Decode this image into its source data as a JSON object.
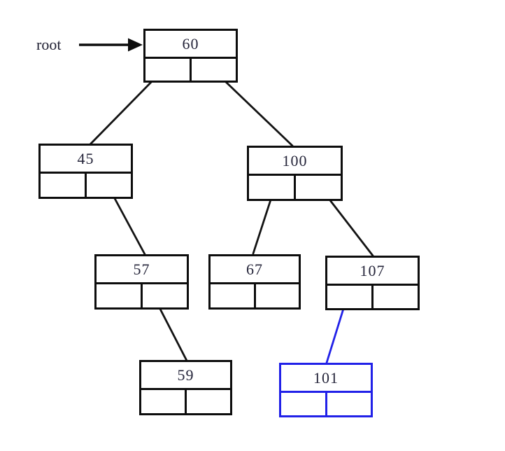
{
  "diagram": {
    "kind": "binary-search-tree",
    "root_label": "root",
    "colors": {
      "line": "#131313",
      "box_border": "#0d0d0d",
      "value_text": "#25253a",
      "highlight_accent": "#2121e8",
      "background": "#ffffff"
    },
    "nodes": [
      {
        "value": "60",
        "highlighted": false
      },
      {
        "value": "45",
        "highlighted": false
      },
      {
        "value": "100",
        "highlighted": false
      },
      {
        "value": "57",
        "highlighted": false
      },
      {
        "value": "67",
        "highlighted": false
      },
      {
        "value": "107",
        "highlighted": false
      },
      {
        "value": "59",
        "highlighted": false
      },
      {
        "value": "101",
        "highlighted": true
      }
    ],
    "edges": [
      {
        "from": "60",
        "side": "left",
        "to": "45",
        "color": "black"
      },
      {
        "from": "60",
        "side": "right",
        "to": "100",
        "color": "black"
      },
      {
        "from": "45",
        "side": "right",
        "to": "57",
        "color": "black"
      },
      {
        "from": "100",
        "side": "left",
        "to": "67",
        "color": "black"
      },
      {
        "from": "100",
        "side": "right",
        "to": "107",
        "color": "black"
      },
      {
        "from": "57",
        "side": "right",
        "to": "59",
        "color": "black"
      },
      {
        "from": "107",
        "side": "left",
        "to": "101",
        "color": "blue"
      },
      {
        "from": "root-pointer",
        "side": "arrow",
        "to": "60",
        "color": "black"
      }
    ]
  }
}
